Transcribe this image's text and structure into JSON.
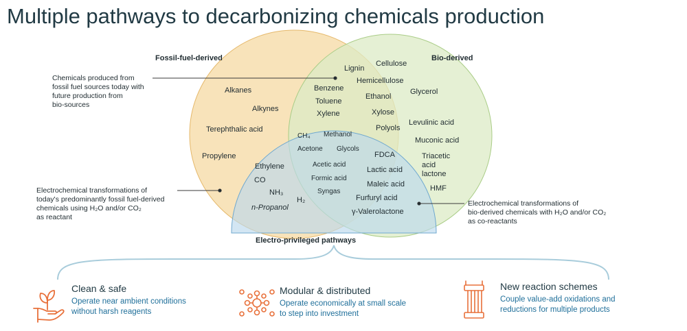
{
  "title": "Multiple pathways to decarbonizing chemicals production",
  "headers": {
    "fossil": "Fossil-fuel-derived",
    "bio": "Bio-derived",
    "electro": "Electro-privileged pathways"
  },
  "annotations": {
    "fossil_bio": [
      "Chemicals produced from",
      "fossil fuel sources today with",
      "future production from",
      "bio-sources"
    ],
    "fossil_electro": [
      "Electrochemical transformations of",
      "today's predominantly fossil fuel-derived",
      "chemicals using H₂O and/or CO₂",
      "as reactant"
    ],
    "bio_electro": [
      "Electrochemical transformations of",
      "bio-derived chemicals with H₂O and/or CO₂",
      "as co-reactants"
    ]
  },
  "chemicals": {
    "fossil_only": [
      "Alkanes",
      "Alkynes",
      "Terephthalic acid",
      "Propylene"
    ],
    "bio_only": [
      "Lignin",
      "Cellulose",
      "Hemicellulose",
      "Glycerol",
      "Ethanol",
      "Xylose",
      "Polyols",
      "Levulinic acid",
      "Muconic acid",
      "Triacetic",
      "acid",
      "lactone",
      "HMF"
    ],
    "fossil_bio": [
      "Benzene",
      "Toluene",
      "Xylene"
    ],
    "all_three": [
      "CH₄",
      "Methanol",
      "Acetone",
      "Glycols",
      "Acetic acid",
      "Formic acid",
      "Syngas"
    ],
    "fossil_electro": [
      "Ethylene",
      "CO",
      "NH₃",
      "H₂",
      "n-Propanol"
    ],
    "bio_electro": [
      "FDCA",
      "Lactic acid",
      "Maleic acid",
      "Furfuryl acid",
      "γ-Valerolactone"
    ]
  },
  "benefits": [
    {
      "icon": "plant-in-hand-icon",
      "title": "Clean & safe",
      "desc": [
        "Operate near ambient conditions",
        "without harsh reagents"
      ]
    },
    {
      "icon": "distributed-network-icon",
      "title": "Modular & distributed",
      "desc": [
        "Operate economically at small scale",
        "to step into investment"
      ]
    },
    {
      "icon": "electrolyzer-stack-icon",
      "title": "New reaction schemes",
      "desc": [
        "Couple value-add oxidations and",
        "reductions for multiple products"
      ]
    }
  ],
  "colors": {
    "fossil": "#f6d9a3",
    "bio": "#dcebc6",
    "electro": "#bcd9ec",
    "accent": "#e8703a",
    "title": "#213a44",
    "desc": "#1f6f9a"
  }
}
